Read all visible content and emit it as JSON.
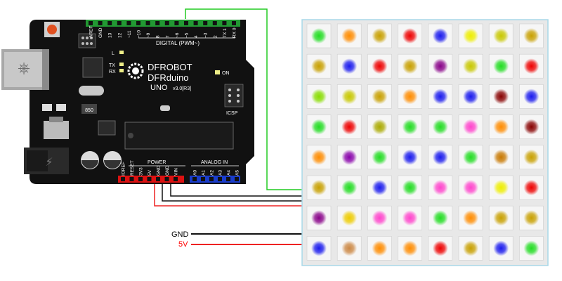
{
  "board": {
    "brand": "DFROBOT",
    "model": "DFRduino",
    "variant": "UNO",
    "version": "v3.0[R3]",
    "digital_label": "DIGITAL (PWM~)",
    "power_label": "POWER",
    "analog_label": "ANALOG IN",
    "icsp_label": "ICSP",
    "on_label": "ON",
    "l_label": "L",
    "tx_label": "TX",
    "rx_label": "RX",
    "crystal_label": "850",
    "digital_pins": [
      "AREF",
      "GND",
      "13",
      "12",
      "~11",
      "~10",
      "~9",
      "8",
      "7",
      "~6",
      "~5",
      "4",
      "~3",
      "2",
      "TX 1",
      "RX 0"
    ],
    "power_pins": [
      "IOREF",
      "RESET",
      "3V3",
      "5V",
      "GND",
      "GND",
      "VIN"
    ],
    "analog_pins": [
      "A0",
      "A1",
      "A2",
      "A3",
      "A4",
      "A5"
    ]
  },
  "wires": {
    "gnd_label": "GND",
    "v5_label": "5V",
    "colors": {
      "signal": "#22cc22",
      "power": "#ee2222",
      "ground": "#111111"
    }
  },
  "matrix": {
    "rows": [
      [
        "#22dd22",
        "#ff8c00",
        "#c8a000",
        "#ee0000",
        "#1a1aee",
        "#eeee00",
        "#c8c800",
        "#c8a000"
      ],
      [
        "#c8a000",
        "#1a1aee",
        "#ee0000",
        "#c8a000",
        "#880088",
        "#c8c800",
        "#22dd22",
        "#ee0000"
      ],
      [
        "#88dd00",
        "#c8c800",
        "#c8a000",
        "#ff8c00",
        "#1a1aee",
        "#1a1aee",
        "#880000",
        "#1a1aee"
      ],
      [
        "#22dd22",
        "#ee0000",
        "#aaaa00",
        "#22dd22",
        "#22dd22",
        "#ff44cc",
        "#ff8c00",
        "#880000"
      ],
      [
        "#ff8c00",
        "#8800aa",
        "#22dd22",
        "#1a1aee",
        "#1a1aee",
        "#22dd22",
        "#c87800",
        "#c8a000"
      ],
      [
        "#c8a000",
        "#22dd22",
        "#1a1aee",
        "#22dd22",
        "#ff44cc",
        "#ff44cc",
        "#eeee00",
        "#ee0000"
      ],
      [
        "#880088",
        "#eecc00",
        "#ff44cc",
        "#ff44cc",
        "#22dd22",
        "#ff8c00",
        "#c8a000",
        "#c8a000"
      ],
      [
        "#1a1aee",
        "#cc8844",
        "#ff8c00",
        "#ff8c00",
        "#ee0000",
        "#c8a000",
        "#1a1aee",
        "#22dd22"
      ]
    ]
  }
}
